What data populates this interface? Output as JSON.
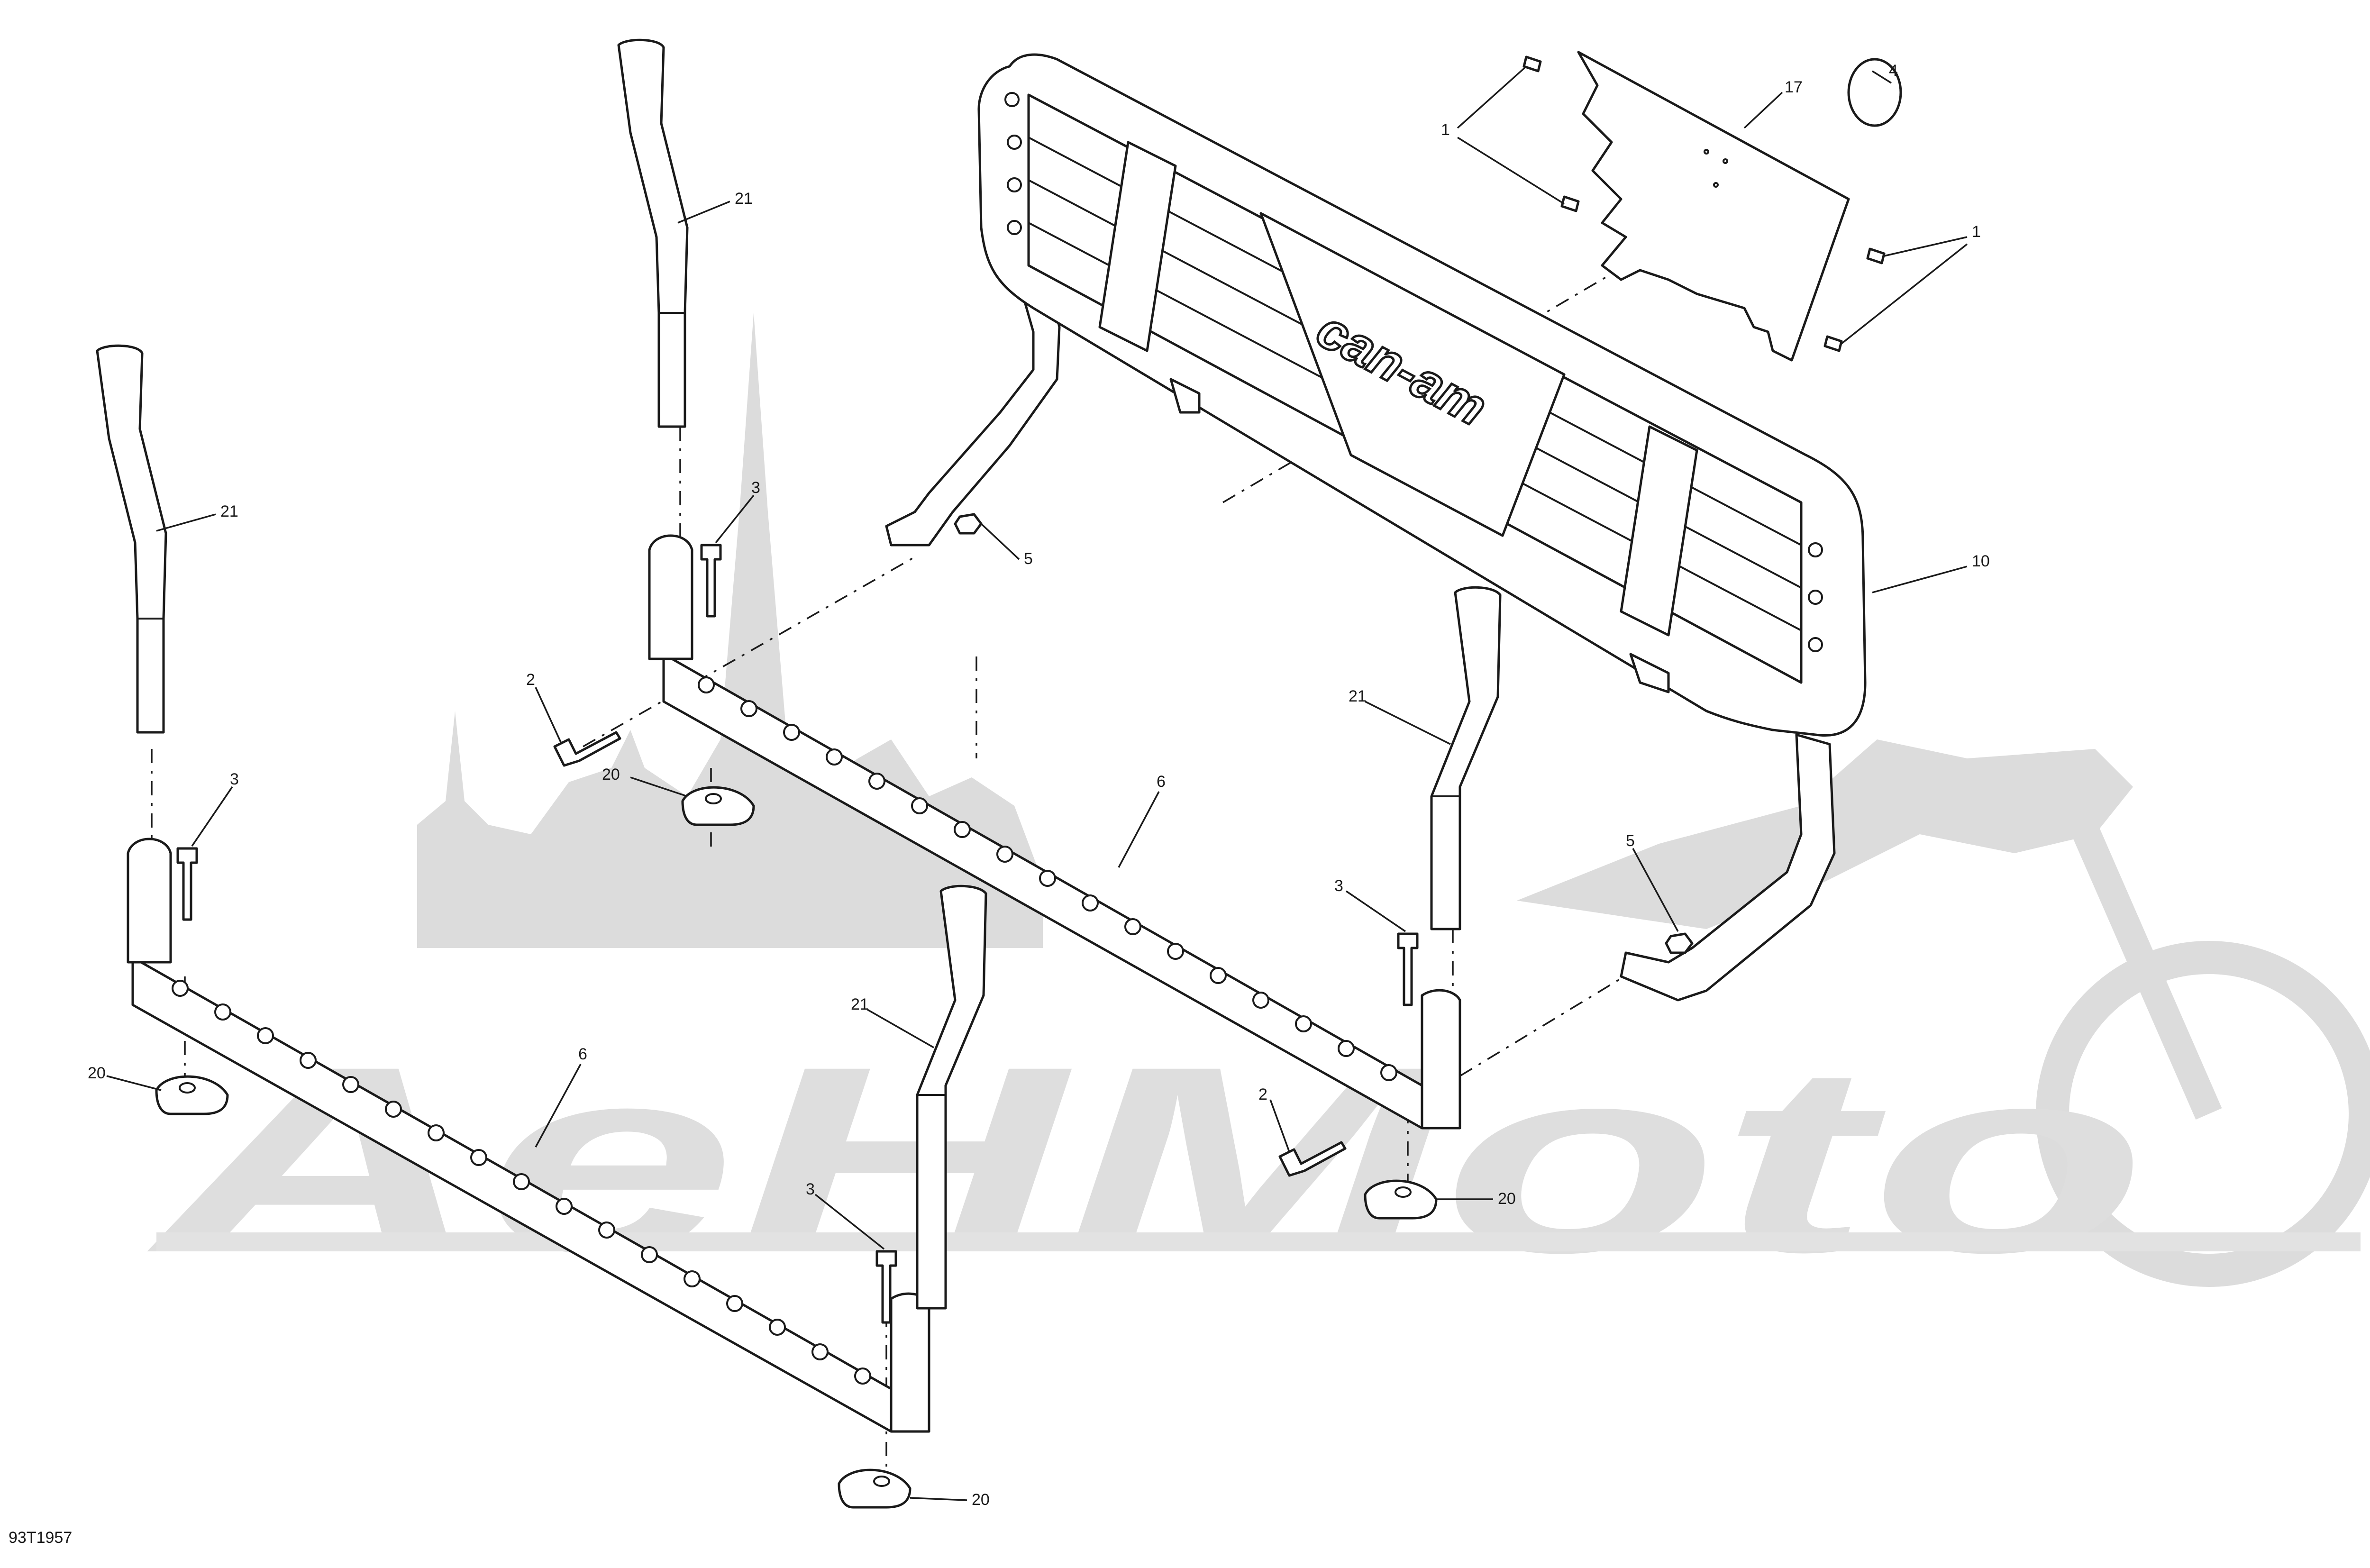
{
  "diagram": {
    "drawing_code": "93T1957",
    "brand_logo_text": "can-am",
    "watermark_text": "AeHMoto",
    "callouts": [
      "1",
      "1",
      "17",
      "4",
      "21",
      "21",
      "21",
      "21",
      "3",
      "3",
      "3",
      "3",
      "2",
      "2",
      "5",
      "5",
      "10",
      "6",
      "6",
      "20",
      "20",
      "20",
      "20"
    ]
  }
}
